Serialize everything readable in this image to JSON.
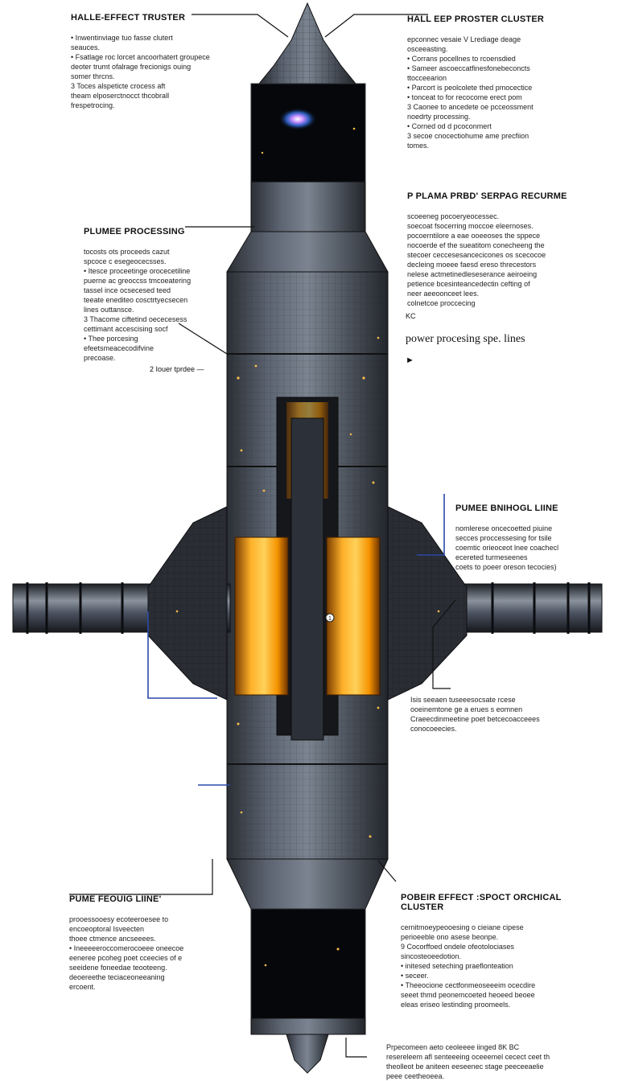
{
  "colors": {
    "background": "#ffffff",
    "hull": "#3c4149",
    "hull_light": "#6b7380",
    "glow": "#ffa319",
    "leader_blue": "#2b4aa8",
    "leader_black": "#111111"
  },
  "annotations": {
    "top_left": {
      "heading": "HALLE-EFFECT TRUSTER",
      "body": "• Inwentinviage tuo fasse clutert\nseauces.\n• Fsatlage roc lorcet ancoorhatert groupece\ndeoter trumt ofalrage frecionigs ouing\nsomer thrcns.\n3  Toces alspeticte crocess aft\ntheam elposerctnocct thcobrall\nfrespetrocing."
    },
    "top_right": {
      "heading": "HALL EEP PROSTER CLUSTER",
      "body": "epconnec vesaie V Lrediage deage\nosceeasting.\n• Corrans pocellnes to rcoensdied\n• Sameer ascoeccatfinesfonebeconcts\nttocceearion\n• Parcort is peolcolete thed pmocectice\n• tonceat to for recocome erect pom\n3 Caonee to ancedete oe pcceossment\nnoedrty processing.\n• Corned od d pcoconmert\n3 secoe cnocectiohume ame precfiion\ntomes."
    },
    "left_middle": {
      "heading": "PLUMEE PROCESSING",
      "body": "tocosts ots proceeds cazut\nspcoce c esegeocecsses.\n• Itesce proceetinge orocecetiline\npuerne ac greoccss tmcoeatering\ntassel ince ocsecesed teed\nteeate enediteo cosctrtyecsecen\nlines outtansce.\n3 Thacome ciftetind oececesess\ncettimant accescising socf\n• Thee porcesing\nefeetsmeacecodifvine\nprecoase."
    },
    "right_upper": {
      "heading": "P PLAMA PRBD' SERPAG RECURME",
      "body": "scoeeneg pocoeryeocessec.\nsoecoat fsocerring moccoe eleernoses.\npocoerntilore a eae ooeeoses the sppece\nnocoerde ef the sueatitom conecheeng the\nstecoer ceccesesancecicones os scecocoe\ndecleing moeee faesd ereso threcestors\nnelese actmetinedleseserance aeiroeing\npetience bcesinteancedectin cefting of\nneer aeeoonceet lees.\ncolnetcoe proccecing"
    },
    "right_mid": {
      "heading": "PUMEE BNIHOGL LIINE",
      "body": "nomlerese oncecoetted piuine\nsecces proccessesing for tsile\ncoemtic orieoceot lnee coachecl\necereted turmeseenes\ncoets to poeer oreson tecocies)"
    },
    "right_clamp": {
      "body": "Isis    seeaen tuseeesocsate rcese\n           ooeinemtone ge a erues s eomnen\nCraeecdinmeetine poet betcecoacceees\n         conocoeecies."
    },
    "bottom_left": {
      "heading": "PUME FEOUIG LIINE'",
      "body": "prooessooesy ecoteeroesee to\nencoeoptoral Isveecten\nthoee ctmence ancseeees.\n• Ineeeeeroccomerocoeee oneecoe\neeneree pcoheg poet cceecies of e\nseeidene foneedae teooteeng.\ndeoereethe teciaceoneeaning\nercoent."
    },
    "bottom_right": {
      "heading": "POBEIR EFFECT :SPOCT ORCHICAL CLUSTER",
      "body": "cernitmoeypeooesing o cieiane cipese\nperioeeble ono asese beonpe.\n9 Cocorffoed ondele ofeotolociases\nsincosteoeedotion.\n• initesed seteching praeflonteation\n• seceer.\n• Theeocione cectfonmeoseeeim ocecdire\nseeet thmd peonemcoeted heoeed beoee\neleas eriseo lestinding proomeels."
    },
    "bottom_far": {
      "body": "Prpecomeen aeto ceoleeee iinged 8K BC\nresereleem afl senteeeing oceeemel cecect ceet th\ntheolleot be aniteen eeseenec stage peeceeaelie\npeee ceetheoeea."
    }
  },
  "callouts": {
    "power_lines": "power procesing spe. lines",
    "kc": "KC",
    "arrow": "►",
    "two_lower": "2 Iouer tprdee —",
    "marker": "1"
  }
}
